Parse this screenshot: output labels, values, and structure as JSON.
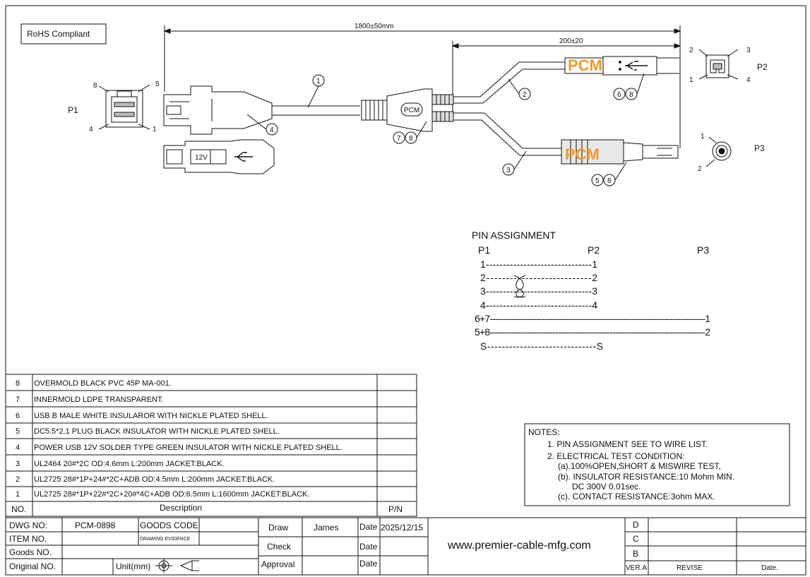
{
  "rohs": "RoHS Compliant",
  "dimensions": {
    "total": "1800±50mm",
    "branch": "200±20"
  },
  "connectors": {
    "p1": {
      "name": "P1",
      "pin8": "8",
      "pin5": "5",
      "pin4": "4",
      "pin1": "1",
      "label_12v": "12V"
    },
    "p2": {
      "name": "P2",
      "pin2": "2",
      "pin3": "3",
      "pin1": "1",
      "pin4": "4"
    },
    "p3": {
      "name": "P3",
      "pin1": "1",
      "pin2": "2"
    },
    "brand": "PCM",
    "brand_small": "PCM"
  },
  "callouts": {
    "c1": "1",
    "c2": "2",
    "c3": "3",
    "c4": "4",
    "c6": "6",
    "c8a": "8",
    "c7": "7",
    "c8b": "8",
    "c5": "5",
    "c8c": "8"
  },
  "pin_assignment": {
    "title": "PIN  ASSIGNMENT",
    "headers": [
      "P1",
      "P2",
      "P3"
    ],
    "rows": [
      "1-------------------------------1",
      "2---------------------------2",
      "3-------------------------------3",
      "4-------------------------------4",
      "6+7-------------------------------------------------------------------------------1",
      "5+8-------------------------------------------------------------------------------2",
      "S------------------------------S"
    ]
  },
  "bom": {
    "rows": [
      {
        "no": "8",
        "desc": "OVERMOLD BLACK PVC 45P MA-001."
      },
      {
        "no": "7",
        "desc": "INNERMOLD LDPE TRANSPARENT."
      },
      {
        "no": "6",
        "desc": "USB B MALE WHITE INSULAROR WITH NICKLE PLATED SHELL."
      },
      {
        "no": "5",
        "desc": "DC5.5*2.1 PLUG BLACK INSULATOR WITH NICKLE PLATED SHELL."
      },
      {
        "no": "4",
        "desc": "POWER USB 12V SOLDER TYPE GREEN INSULATOR WITH NICKLE PLATED SHELL."
      },
      {
        "no": "3",
        "desc": "UL2464  20#*2C OD:4.6mm L:200mm JACKET:BLACK."
      },
      {
        "no": "2",
        "desc": "UL2725 28#*1P+24#*2C+ADB OD:4.5mm L:200mm JACKET:BLACK."
      },
      {
        "no": "1",
        "desc": "UL2725 28#*1P+22#*2C+20#*4C+ADB OD:6.5mm L:1600mm JACKET:BLACK."
      }
    ],
    "header": {
      "no": "NO.",
      "desc": "Description",
      "pn": "P/N"
    }
  },
  "notes": {
    "title": "NOTES:",
    "lines": [
      "1. PIN ASSIGNMENT SEE TO WIRE LIST.",
      "2. ELECTRICAL TEST CONDITION:",
      "(a).100%OPEN,SHORT & MISWIRE TEST,",
      "(b). INSULATOR RESISTANCE:10 Mohm MIN.",
      "DC 300V 0.01sec.",
      "(c). CONTACT RESISTANCE:3ohm MAX."
    ]
  },
  "title_block": {
    "dwg_no_label": "DWG NO:",
    "dwg_no": "PCM-0898",
    "goods_code_label": "GOODS CODE",
    "drawing_evidence": "DRAWING EVIDENCE",
    "item_no_label": "ITEM NO.",
    "goods_no_label": "Goods NO.",
    "original_no_label": "Original NO.",
    "unit_label": "Unit(mm)",
    "draw_label": "Draw",
    "draw_name": "James",
    "date_label": "Date",
    "draw_date": "2025/12/15",
    "check_label": "Check",
    "approval_label": "Approval",
    "website": "www.premier-cable-mfg.com",
    "rev_d": "D",
    "rev_c": "C",
    "rev_b": "B",
    "ver_label": "VER.A",
    "revise_label": "REVISE",
    "rev_date_label": "Date."
  }
}
